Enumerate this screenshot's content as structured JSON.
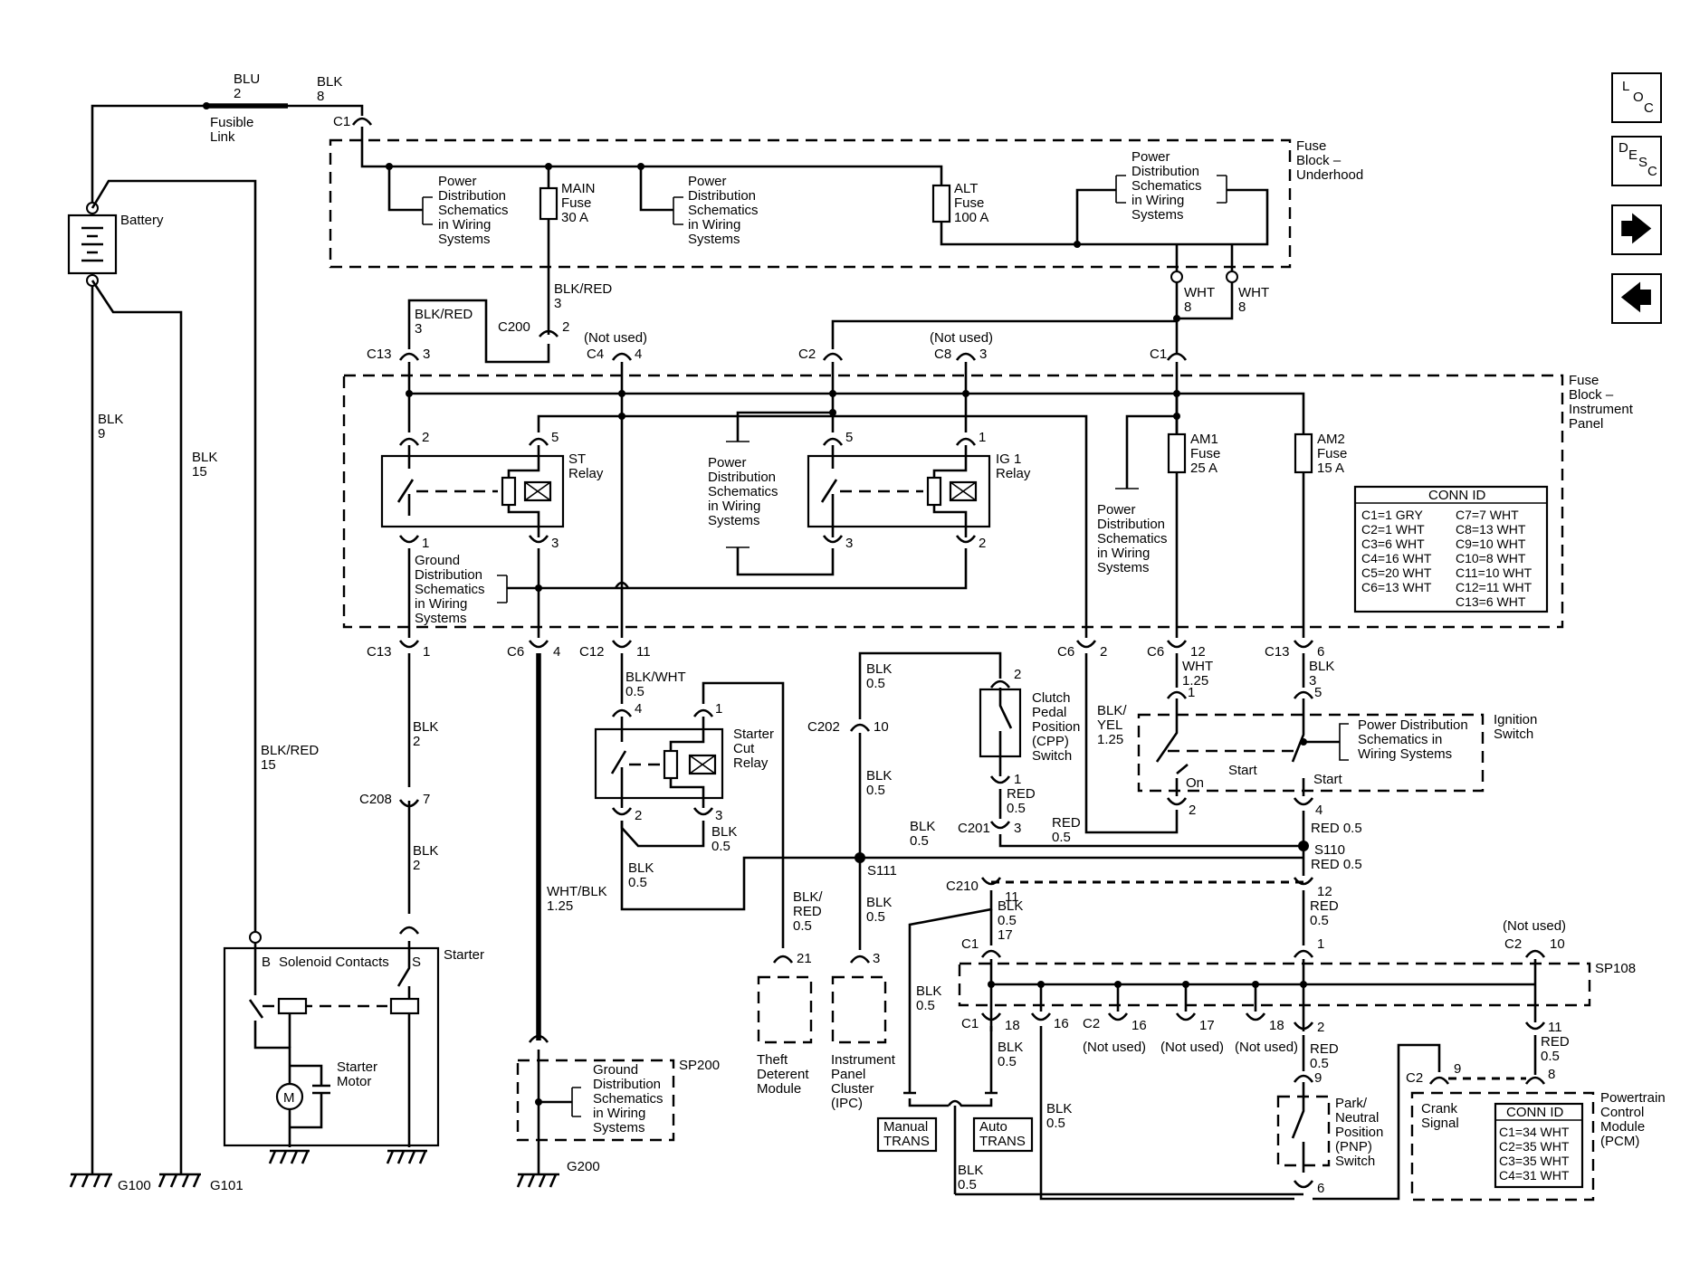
{
  "nav": {
    "loc": [
      "L",
      "O",
      "C"
    ],
    "desc": [
      "D",
      "E",
      "S",
      "C"
    ],
    "next_glyph": "🡆",
    "prev_glyph": "🡄"
  },
  "labels": {
    "blu": "BLU",
    "blu_n": "2",
    "blk8": "BLK",
    "blk8_n": "8",
    "fusible": "Fusible",
    "link": "Link",
    "c1_top": "C1",
    "battery": "Battery",
    "fbu": [
      "Fuse",
      "Block –",
      "Underhood"
    ],
    "pds": [
      "Power",
      "Distribution",
      "Schematics",
      "in Wiring",
      "Systems"
    ],
    "main_fuse": [
      "MAIN",
      "Fuse",
      "30 A"
    ],
    "alt_fuse": [
      "ALT",
      "Fuse",
      "100 A"
    ],
    "blkred3": [
      "BLK/RED",
      "3"
    ],
    "c200": "C200",
    "c200_n": "2",
    "wht8": [
      "WHT",
      "8"
    ],
    "c13": "C13",
    "n3": "3",
    "notused": "(Not used)",
    "c4": "C4",
    "n4": "4",
    "c2": "C2",
    "c8": "C8",
    "c1": "C1",
    "fbip": [
      "Fuse",
      "Block –",
      "Instrument",
      "Panel"
    ],
    "st_relay": [
      "ST",
      "Relay"
    ],
    "ig1_relay": [
      "IG 1",
      "Relay"
    ],
    "am1": [
      "AM1",
      "Fuse",
      "25 A"
    ],
    "am2": [
      "AM2",
      "Fuse",
      "15 A"
    ],
    "conn_title": "CONN ID",
    "conn_left": [
      "C1=1 GRY",
      "C2=1 WHT",
      "C3=6 WHT",
      "C4=16 WHT",
      "C5=20 WHT",
      "C6=13 WHT"
    ],
    "conn_right": [
      "C7=7 WHT",
      "C8=13 WHT",
      "C9=10 WHT",
      "C10=8 WHT",
      "C11=10 WHT",
      "C12=11 WHT",
      "C13=6 WHT"
    ],
    "gds": [
      "Ground",
      "Distribution",
      "Schematics",
      "in Wiring",
      "Systems"
    ],
    "pds2": [
      "Power",
      "Distribution",
      "Schematics",
      "in Wiring",
      "Systems"
    ],
    "pds3": [
      "Power",
      "Distribution",
      "Schematics",
      "in Wiring",
      "Systems"
    ],
    "c6": "C6",
    "c12": "C12",
    "blk9": [
      "BLK",
      "9"
    ],
    "blk15": [
      "BLK",
      "15"
    ],
    "blkred15": [
      "BLK/RED",
      "15"
    ],
    "blkwht": [
      "BLK/WHT",
      "0.5"
    ],
    "scr": [
      "Starter",
      "Cut",
      "Relay"
    ],
    "blk05": [
      "BLK",
      "0.5"
    ],
    "blk2": [
      "BLK",
      "2"
    ],
    "c208": "C208",
    "n7": "7",
    "whtblk": [
      "WHT/BLK",
      "1.25"
    ],
    "c202": "C202",
    "n10": "10",
    "cpp": [
      "Clutch",
      "Pedal",
      "Position",
      "(CPP)",
      "Switch"
    ],
    "blkyel": [
      "BLK/",
      "YEL",
      "1.25"
    ],
    "wht125": [
      "WHT",
      "1.25"
    ],
    "blk3": [
      "BLK",
      "3"
    ],
    "ign_pds": [
      "Power Distribution",
      "Schematics in",
      "Wiring Systems"
    ],
    "ign_switch": [
      "Ignition",
      "Switch"
    ],
    "start": "Start",
    "on": "On",
    "red05": [
      "RED",
      "0.5"
    ],
    "c201": "C201",
    "red_05": "RED 0.5",
    "s110": "S110",
    "s111": "S111",
    "blkred05": [
      "BLK/",
      "RED",
      "0.5"
    ],
    "c210": "C210",
    "starter": "Starter",
    "solenoid": "Solenoid Contacts",
    "b": "B",
    "s": "S",
    "starter_motor": [
      "Starter",
      "Motor"
    ],
    "m": "M",
    "theft": [
      "Theft",
      "Deterent",
      "Module"
    ],
    "ipc": [
      "Instrument",
      "Panel",
      "Cluster",
      "(IPC)"
    ],
    "manual": [
      "Manual",
      "TRANS"
    ],
    "auto": [
      "Auto",
      "TRANS"
    ],
    "sp108": "SP108",
    "sp200": "SP200",
    "crank": [
      "Crank",
      "Signal"
    ],
    "pnp": [
      "Park/",
      "Neutral",
      "Position",
      "(PNP)",
      "Switch"
    ],
    "pcm": [
      "Powertrain",
      "Control",
      "Module",
      "(PCM)"
    ],
    "pcm_conn": [
      "C1=34 WHT",
      "C2=35 WHT",
      "C3=35 WHT",
      "C4=31 WHT"
    ],
    "g100": "G100",
    "g101": "G101",
    "g200": "G200",
    "nums": {
      "n1": "1",
      "n2": "2",
      "n3": "3",
      "n4": "4",
      "n5": "5",
      "n6": "6",
      "n8": "8",
      "n9": "9",
      "n10": "10",
      "n11": "11",
      "n12": "12",
      "n16": "16",
      "n17": "17",
      "n18": "18",
      "n21": "21"
    }
  }
}
